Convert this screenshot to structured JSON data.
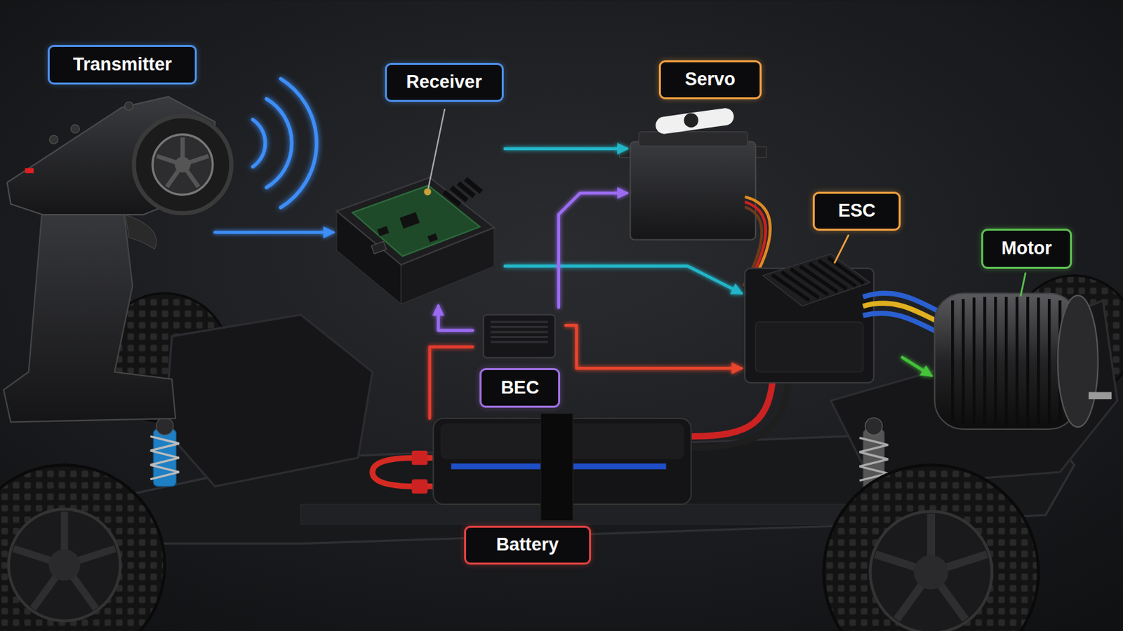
{
  "diagram": {
    "nodes": [
      {
        "text": [
          "Transmitter"
        ]
      },
      {
        "text": [
          "Receiver"
        ]
      },
      {
        "text": [
          "Servo"
        ]
      },
      {
        "text": [
          "ESC"
        ]
      },
      {
        "text": [
          "Motor"
        ]
      },
      {
        "text": [
          "BEC"
        ]
      },
      {
        "text": [
          "Battery"
        ]
      }
    ],
    "edges": [
      {
        "from": 0,
        "to": 1,
        "arrow": "to"
      },
      {
        "from": 1,
        "to": 2,
        "arrow": "to"
      },
      {
        "from": 1,
        "to": 3,
        "arrow": "to"
      },
      {
        "from": 5,
        "to": 1,
        "arrow": "to"
      },
      {
        "from": 5,
        "to": 2,
        "arrow": "to"
      },
      {
        "from": 6,
        "to": 5,
        "arrow": "none"
      },
      {
        "from": 5,
        "to": 3,
        "arrow": "to"
      },
      {
        "from": 3,
        "to": 4,
        "arrow": "to"
      }
    ]
  }
}
